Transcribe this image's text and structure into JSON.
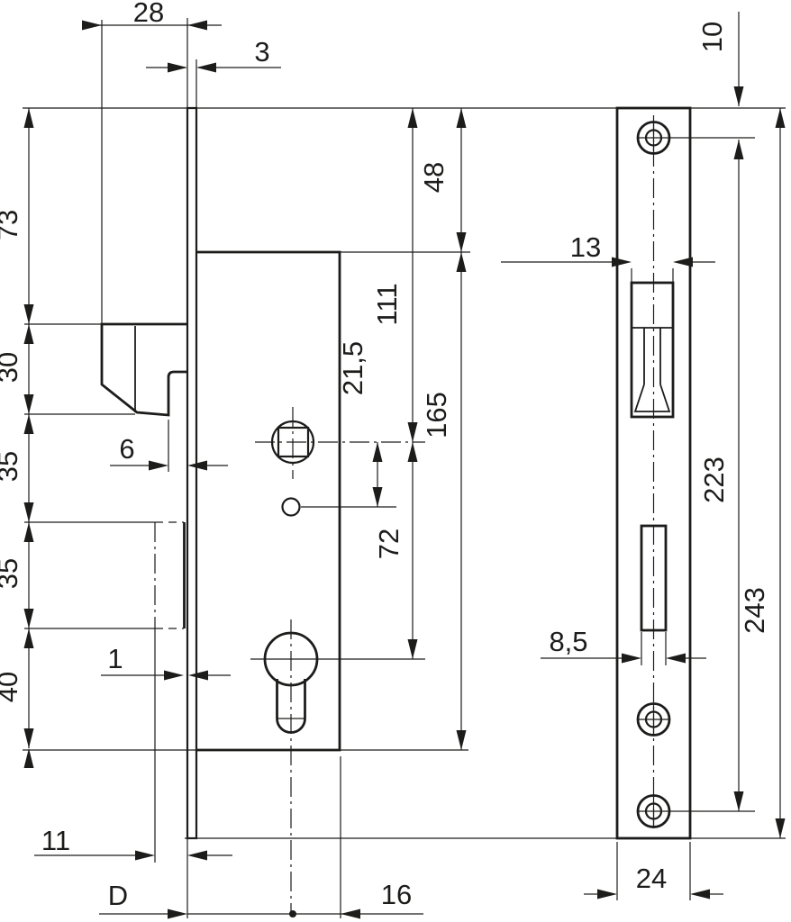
{
  "drawing": {
    "type": "technical-dimension-drawing",
    "component": "narrow-stile mortise lock case with faceplate",
    "units": "mm",
    "colors": {
      "line": "#1c1c1b",
      "background": "#ffffff"
    },
    "front_view": {
      "name": "lock case side view",
      "dim_28": "28",
      "dim_3": "3",
      "dim_73": "73",
      "dim_30": "30",
      "dim_35a": "35",
      "dim_35b": "35",
      "dim_40": "40",
      "dim_6": "6",
      "dim_1": "1",
      "dim_11": "11",
      "dim_D": "D",
      "dim_16": "16",
      "dim_48": "48",
      "dim_111": "111",
      "dim_21_5": "21,5",
      "dim_165": "165",
      "dim_72": "72"
    },
    "faceplate_view": {
      "name": "faceplate front view",
      "dim_10": "10",
      "dim_13": "13",
      "dim_223": "223",
      "dim_243": "243",
      "dim_8_5": "8,5",
      "dim_24": "24"
    }
  }
}
